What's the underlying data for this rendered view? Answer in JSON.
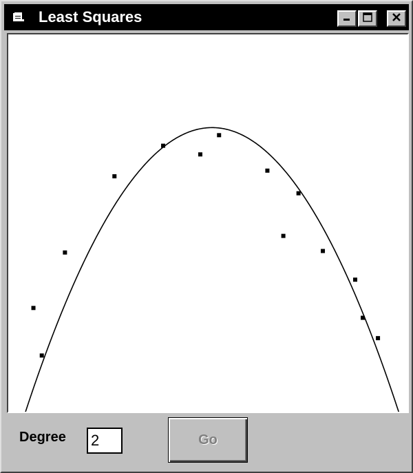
{
  "window": {
    "title": "Least Squares",
    "buttons": {
      "minimize_icon": "minimize-icon",
      "maximize_icon": "maximize-icon",
      "close_icon": "close-icon"
    }
  },
  "controls": {
    "degree_label": "Degree",
    "degree_value": "2",
    "go_label": "Go",
    "go_enabled": false
  },
  "colors": {
    "titlebar": "#000000",
    "face": "#c0c0c0",
    "plot_background": "#ffffff",
    "disabled_text": "#808080"
  },
  "chart_data": {
    "type": "scatter",
    "title": "",
    "xlabel": "",
    "ylabel": "",
    "xlim": [
      0,
      100
    ],
    "ylim": [
      0,
      100
    ],
    "grid": false,
    "points": [
      {
        "x": 6.3,
        "y": 27.5
      },
      {
        "x": 8.4,
        "y": 14.9
      },
      {
        "x": 14.2,
        "y": 42.2
      },
      {
        "x": 26.6,
        "y": 62.4
      },
      {
        "x": 38.8,
        "y": 70.5
      },
      {
        "x": 48.1,
        "y": 68.2
      },
      {
        "x": 52.8,
        "y": 73.3
      },
      {
        "x": 64.9,
        "y": 63.9
      },
      {
        "x": 68.9,
        "y": 46.6
      },
      {
        "x": 72.7,
        "y": 57.9
      },
      {
        "x": 78.8,
        "y": 42.6
      },
      {
        "x": 86.9,
        "y": 35.0
      },
      {
        "x": 88.8,
        "y": 24.9
      },
      {
        "x": 92.6,
        "y": 19.5
      }
    ],
    "fit": {
      "degree": 2,
      "coefficients": [
        -14.61,
        3.522,
        -0.03449
      ]
    }
  }
}
